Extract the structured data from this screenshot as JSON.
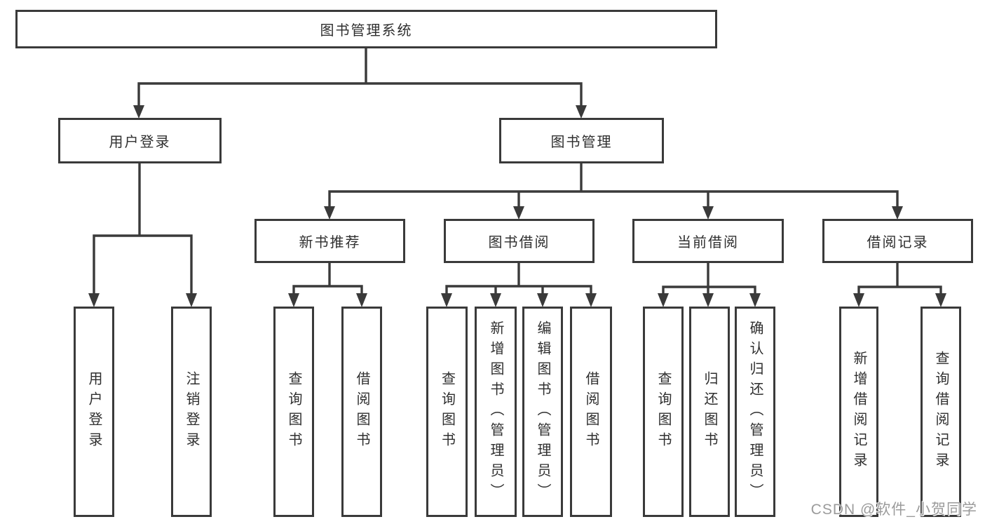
{
  "tree": {
    "root": "图书管理系统",
    "branches": [
      {
        "label": "用户登录",
        "leaves": [
          "用户登录",
          "注销登录"
        ]
      },
      {
        "label": "图书管理",
        "groups": [
          {
            "label": "新书推荐",
            "leaves": [
              "查询图书",
              "借阅图书"
            ]
          },
          {
            "label": "图书借阅",
            "leaves": [
              "查询图书",
              "新增图书（管理员）",
              "编辑图书（管理员）",
              "借阅图书"
            ]
          },
          {
            "label": "当前借阅",
            "leaves": [
              "查询图书",
              "归还图书",
              "确认归还（管理员）"
            ]
          },
          {
            "label": "借阅记录",
            "leaves": [
              "新增借阅记录",
              "查询借阅记录"
            ]
          }
        ]
      }
    ]
  },
  "colors": {
    "line": "#3a3a3a",
    "text": "#2f2f2f",
    "watermark": "#9b9b9b"
  },
  "watermark": "CSDN @软件_小贺同学"
}
